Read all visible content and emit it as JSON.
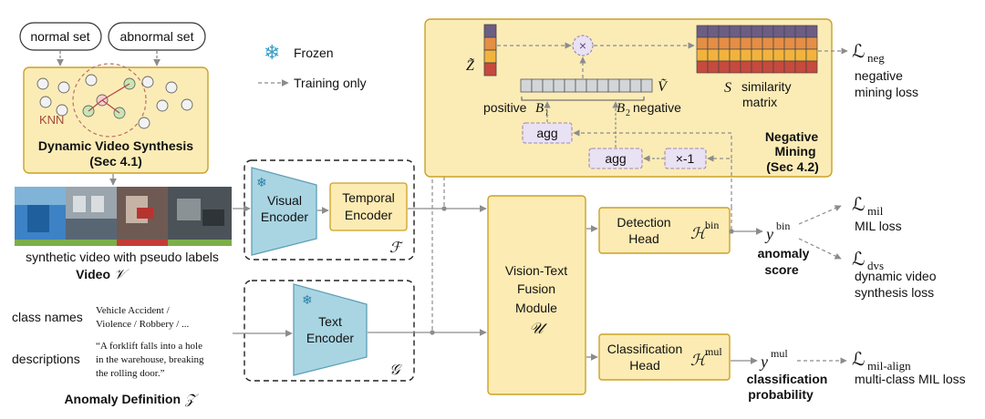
{
  "legend": {
    "frozen_label": "Frozen",
    "training_only_label": "Training only"
  },
  "inputs": {
    "normal_set": "normal set",
    "abnormal_set": "abnormal set",
    "knn": "KNN",
    "dvs_title": "Dynamic Video Synthesis",
    "dvs_sec": "(Sec 4.1)",
    "video_caption": "synthetic video with pseudo labels",
    "video_label": "Video",
    "video_symbol": "𝒱",
    "class_names_label": "class names",
    "class_names_value_1": "Vehicle Accident /",
    "class_names_value_2": "Violence / Robbery / ...",
    "descriptions_label": "descriptions",
    "desc_line_1": "“A forklift falls into a hole",
    "desc_line_2": "in the warehouse, breaking",
    "desc_line_3": "the rolling door.”",
    "anomaly_def_label": "Anomaly Definition",
    "anomaly_def_symbol": "𝒵"
  },
  "encoders": {
    "visual_l1": "Visual",
    "visual_l2": "Encoder",
    "temporal_l1": "Temporal",
    "temporal_l2": "Encoder",
    "f_symbol": "ℱ",
    "text_l1": "Text",
    "text_l2": "Encoder",
    "g_symbol": "𝒢"
  },
  "negative_mining": {
    "z_tilde": "Z̃",
    "v_tilde": "Ṽ",
    "positive_label": "positive",
    "b1": "B",
    "b1_sub": "1",
    "b2": "B",
    "b2_sub": "2",
    "negative_label": "negative",
    "agg_1": "agg",
    "agg_2": "agg",
    "times_neg1": "×-1",
    "multiply": "×",
    "s_symbol": "S",
    "similarity_l1": "similarity",
    "similarity_l2": "matrix",
    "title_l1": "Negative",
    "title_l2": "Mining",
    "sec": "(Sec 4.2)"
  },
  "fusion": {
    "l1": "Vision-Text",
    "l2": "Fusion",
    "l3": "Module",
    "symbol": "𝒰"
  },
  "heads": {
    "detection_l1": "Detection",
    "detection_l2": "Head",
    "h_bin": "ℋ",
    "h_bin_sup": "bin",
    "classification_l1": "Classification",
    "classification_l2": "Head",
    "h_mul": "ℋ",
    "h_mul_sup": "mul"
  },
  "outputs": {
    "y": "y",
    "y_bin_sup": "bin",
    "anomaly_score_l1": "anomaly",
    "anomaly_score_l2": "score",
    "y_mul_sup": "mul",
    "class_prob_l1": "classification",
    "class_prob_l2": "probability"
  },
  "losses": {
    "L": "ℒ",
    "neg_sub": "neg",
    "neg_l1": "negative",
    "neg_l2": "mining loss",
    "mil_sub": "mil",
    "mil_desc": "MIL loss",
    "dvs_sub": "dvs",
    "dvs_l1": "dynamic video",
    "dvs_l2": "synthesis loss",
    "mil_align_sub": "mil-align",
    "mil_align_desc": "multi-class MIL loss"
  },
  "colors": {
    "panel_fill": "#fbecb6",
    "panel_stroke": "#c9a227",
    "head_fill": "#fcebb3",
    "head_stroke": "#c9a227",
    "encoder_fill": "#a9d5e3",
    "encoder_stroke": "#5f9fb5",
    "agg_fill": "#e9e1f4",
    "agg_stroke": "#9b8ab5",
    "arrow": "#8c8c8c",
    "matrix_top": "#6c5d84",
    "matrix_mid1": "#e58e45",
    "matrix_mid2": "#f2b33d",
    "matrix_bottom": "#c64a3e"
  }
}
